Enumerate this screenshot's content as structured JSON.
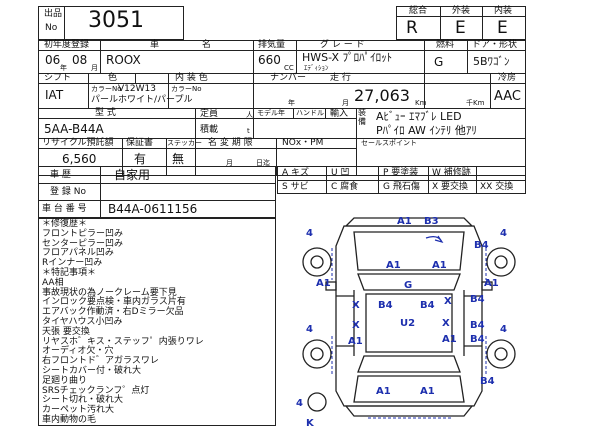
{
  "header": {
    "lot_label_1": "出品",
    "lot_label_2": "No",
    "lot_number": "3051",
    "score_total_label": "総合",
    "score_ext_label": "外装",
    "score_int_label": "内装",
    "score_total": "R",
    "score_ext": "E",
    "score_int": "E"
  },
  "row1": {
    "first_reg_label": "初年度登録",
    "car_name_label_1": "車",
    "car_name_label_2": "名",
    "displacement_label": "排気量",
    "grade_label": "グ レ ー ド",
    "fuel_label": "燃料",
    "door_body_label": "ドア・形状",
    "year": "06",
    "month": "08",
    "year_unit": "年",
    "month_unit": "月",
    "car_name": "ROOX",
    "displacement": "660",
    "cc_unit": "CC",
    "grade_line1": "HWS-X ﾌﾟﾛﾊﾟｲﾛｯﾄ",
    "grade_line2": "ｴﾃﾞｨｼｮﾝ",
    "fuel": "G",
    "body": "5Bﾜｺﾞﾝ"
  },
  "row2": {
    "shift_label": "シフト",
    "color_label_1": "色",
    "color_label_2": "内 装 色",
    "plate_label": "ナンバー",
    "mileage_label": "走 行",
    "mileage_unit": "Km",
    "mileage_unit2": "千Km",
    "ac_label": "冷房",
    "shift": "IAT",
    "color_no_label": "カラーNo",
    "color_no": "V12W13",
    "color": "パールホワイト/パープル",
    "color_no_label2": "カラーNo",
    "year_unit": "年",
    "month_unit": "月",
    "mileage": "27,063",
    "ac": "AAC"
  },
  "row3": {
    "model_label": "型 式",
    "capacity_label": "定員",
    "capacity_unit": "人",
    "load_label": "積載",
    "load_unit": "t",
    "model_year_label": "モデル年",
    "handle_label": "ハンドル",
    "import_label": "輸入",
    "equipment_label": "装 備",
    "model_code": "5AA-B44A",
    "equipment_line1": "Aﾋﾞｭｰ ｴﾏﾌﾞﾚ LED",
    "equipment_line2": "Pﾊﾟｲﾛ AW ｲﾝﾃﾘ 他ｱﾘ"
  },
  "row4": {
    "recycle_label": "リサイクル預託額",
    "warranty_label": "保証書",
    "sticker_label": "ステッカー",
    "expiry_label": "名 変 期 限",
    "nox_label": "NOx・PM",
    "month_unit": "月",
    "day_unit": "日迄",
    "sales_point_label": "セールスポイント",
    "recycle_fee": "6,560",
    "warranty": "有",
    "sticker": "無"
  },
  "history": {
    "history_label": "車 歴",
    "history_value": "自家用",
    "reg_label": "登 録 No",
    "vin_label": "車 台 番 号",
    "vin_value": "B44A-0611156"
  },
  "legend": [
    [
      "A キズ",
      "U 凹",
      "P 要塗装",
      "W 補修跡"
    ],
    [
      "S サビ",
      "C 腐食",
      "G 飛石傷",
      "X 要交換",
      "XX 交換"
    ]
  ],
  "notes": [
    "＊修復歴＊",
    "フロントピラー凹み",
    "センターピラー凹み",
    "フロアパネル凹み",
    "Rインナー凹み",
    "＊特記事項＊",
    "AA相",
    "事故現状の為ノークレーム要下見",
    "インロック要点検・車内ガラス片有",
    "エアバック作動済・右Dミラー欠品",
    "タイヤハウス小凹み",
    "天張 要交換",
    "リヤスホ゛キス・ステッフ゜内張りワレ",
    "オーディオ欠・穴",
    "右フロントド゛アガラスワレ",
    "シートカバー付・破れ大",
    "足廻り曲り",
    "SRSチェックランフ゜点灯",
    "シート切れ・破れ大",
    "カーペット汚れ大",
    "車内動物の毛"
  ],
  "diagram": {
    "marks": [
      "A1",
      "B3",
      "A1",
      "A1",
      "A1",
      "A1",
      "B4",
      "B4",
      "G",
      "X",
      "B4",
      "B4",
      "X",
      "X",
      "U2",
      "X",
      "A1",
      "A1",
      "B4",
      "B4",
      "4",
      "4",
      "4",
      "4",
      "4",
      "A1",
      "A1",
      "B4",
      "K"
    ],
    "colors": {
      "mark": "#1d2fae",
      "line": "#222222"
    }
  }
}
